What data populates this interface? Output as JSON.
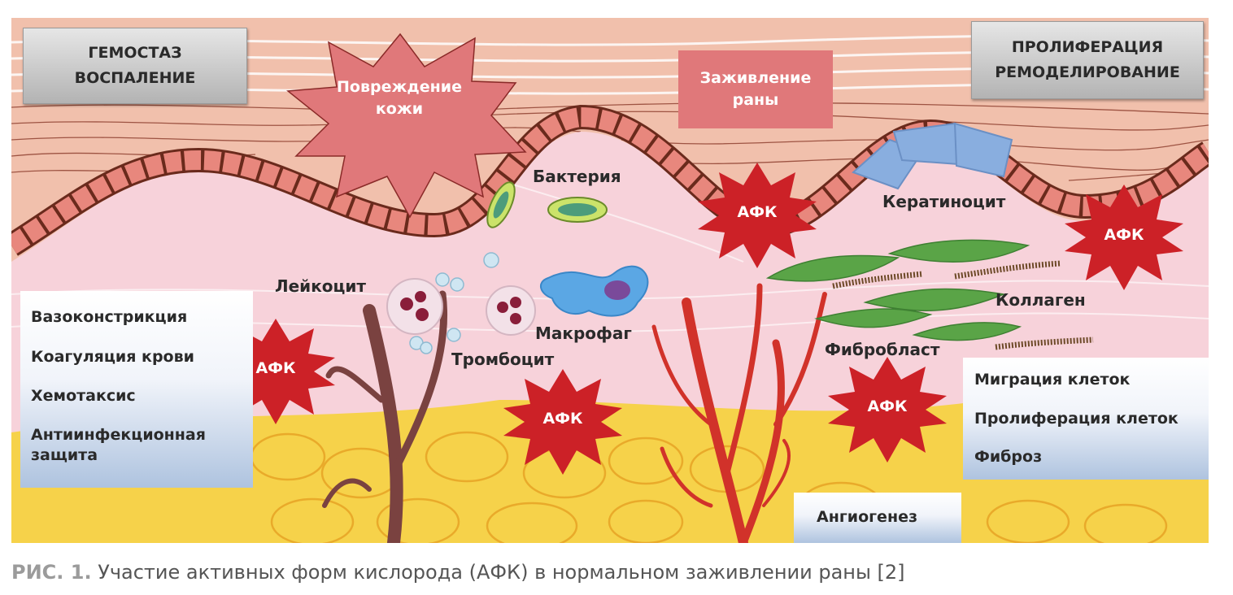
{
  "figure": {
    "stage_left_line1": "ГЕМОСТАЗ",
    "stage_left_line2": "ВОСПАЛЕНИЕ",
    "stage_right_line1": "ПРОЛИФЕРАЦИЯ",
    "stage_right_line2": "РЕМОДЕЛИРОВАНИЕ",
    "injury_line1": "Повреждение",
    "injury_line2": "кожи",
    "healing_line1": "Заживление",
    "healing_line2": "раны",
    "afk_label": "АФК",
    "labels": {
      "bacteria": "Бактерия",
      "leukocyte": "Лейкоцит",
      "macrophage": "Макрофаг",
      "platelet": "Тромбоцит",
      "keratinocyte": "Кератиноцит",
      "collagen": "Коллаген",
      "fibroblast": "Фибробласт"
    },
    "left_box": [
      "Вазоконстрикция",
      "Коагуляция крови",
      "Хемотаксис",
      "Антиинфекционная",
      "защита"
    ],
    "right_box": [
      "Миграция клеток",
      "Пролиферация клеток",
      "Фиброз"
    ],
    "angiogenesis": "Ангиогенез",
    "colors": {
      "afk_star": "#cc2127",
      "injury_star": "#e0787a",
      "skin_top": "#f1c0ac",
      "dermis": "#f7d2da",
      "fat": "#f6d24a"
    }
  },
  "caption": {
    "label": "РИС. 1.",
    "text": " Участие активных форм кислорода (АФК) в нормальном заживлении раны [2]"
  }
}
